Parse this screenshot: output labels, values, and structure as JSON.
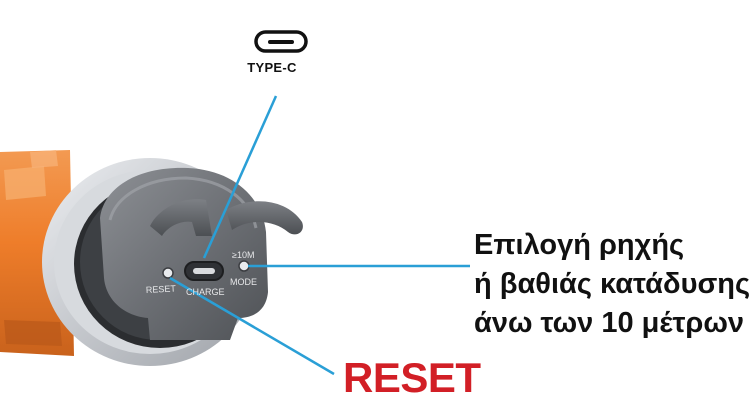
{
  "connector": {
    "icon": "usb-type-c-icon",
    "label": "TYPE-C"
  },
  "device": {
    "engraved_reset": "RESET",
    "engraved_charge": "CHARGE",
    "engraved_mode": "MODE",
    "engraved_depth": "≥10M"
  },
  "callouts": {
    "depth_mode": {
      "line1": "Επιλογή ρηχής",
      "line2": "ή βαθιάς κατάδυσης",
      "line3": "άνω των 10 μέτρων"
    },
    "reset": "RESET"
  },
  "colors": {
    "leader_line": "#2a9fd6",
    "reset_text": "#d21f26",
    "body_orange": "#f07f2e",
    "cap_gray": "#6d6f73"
  }
}
